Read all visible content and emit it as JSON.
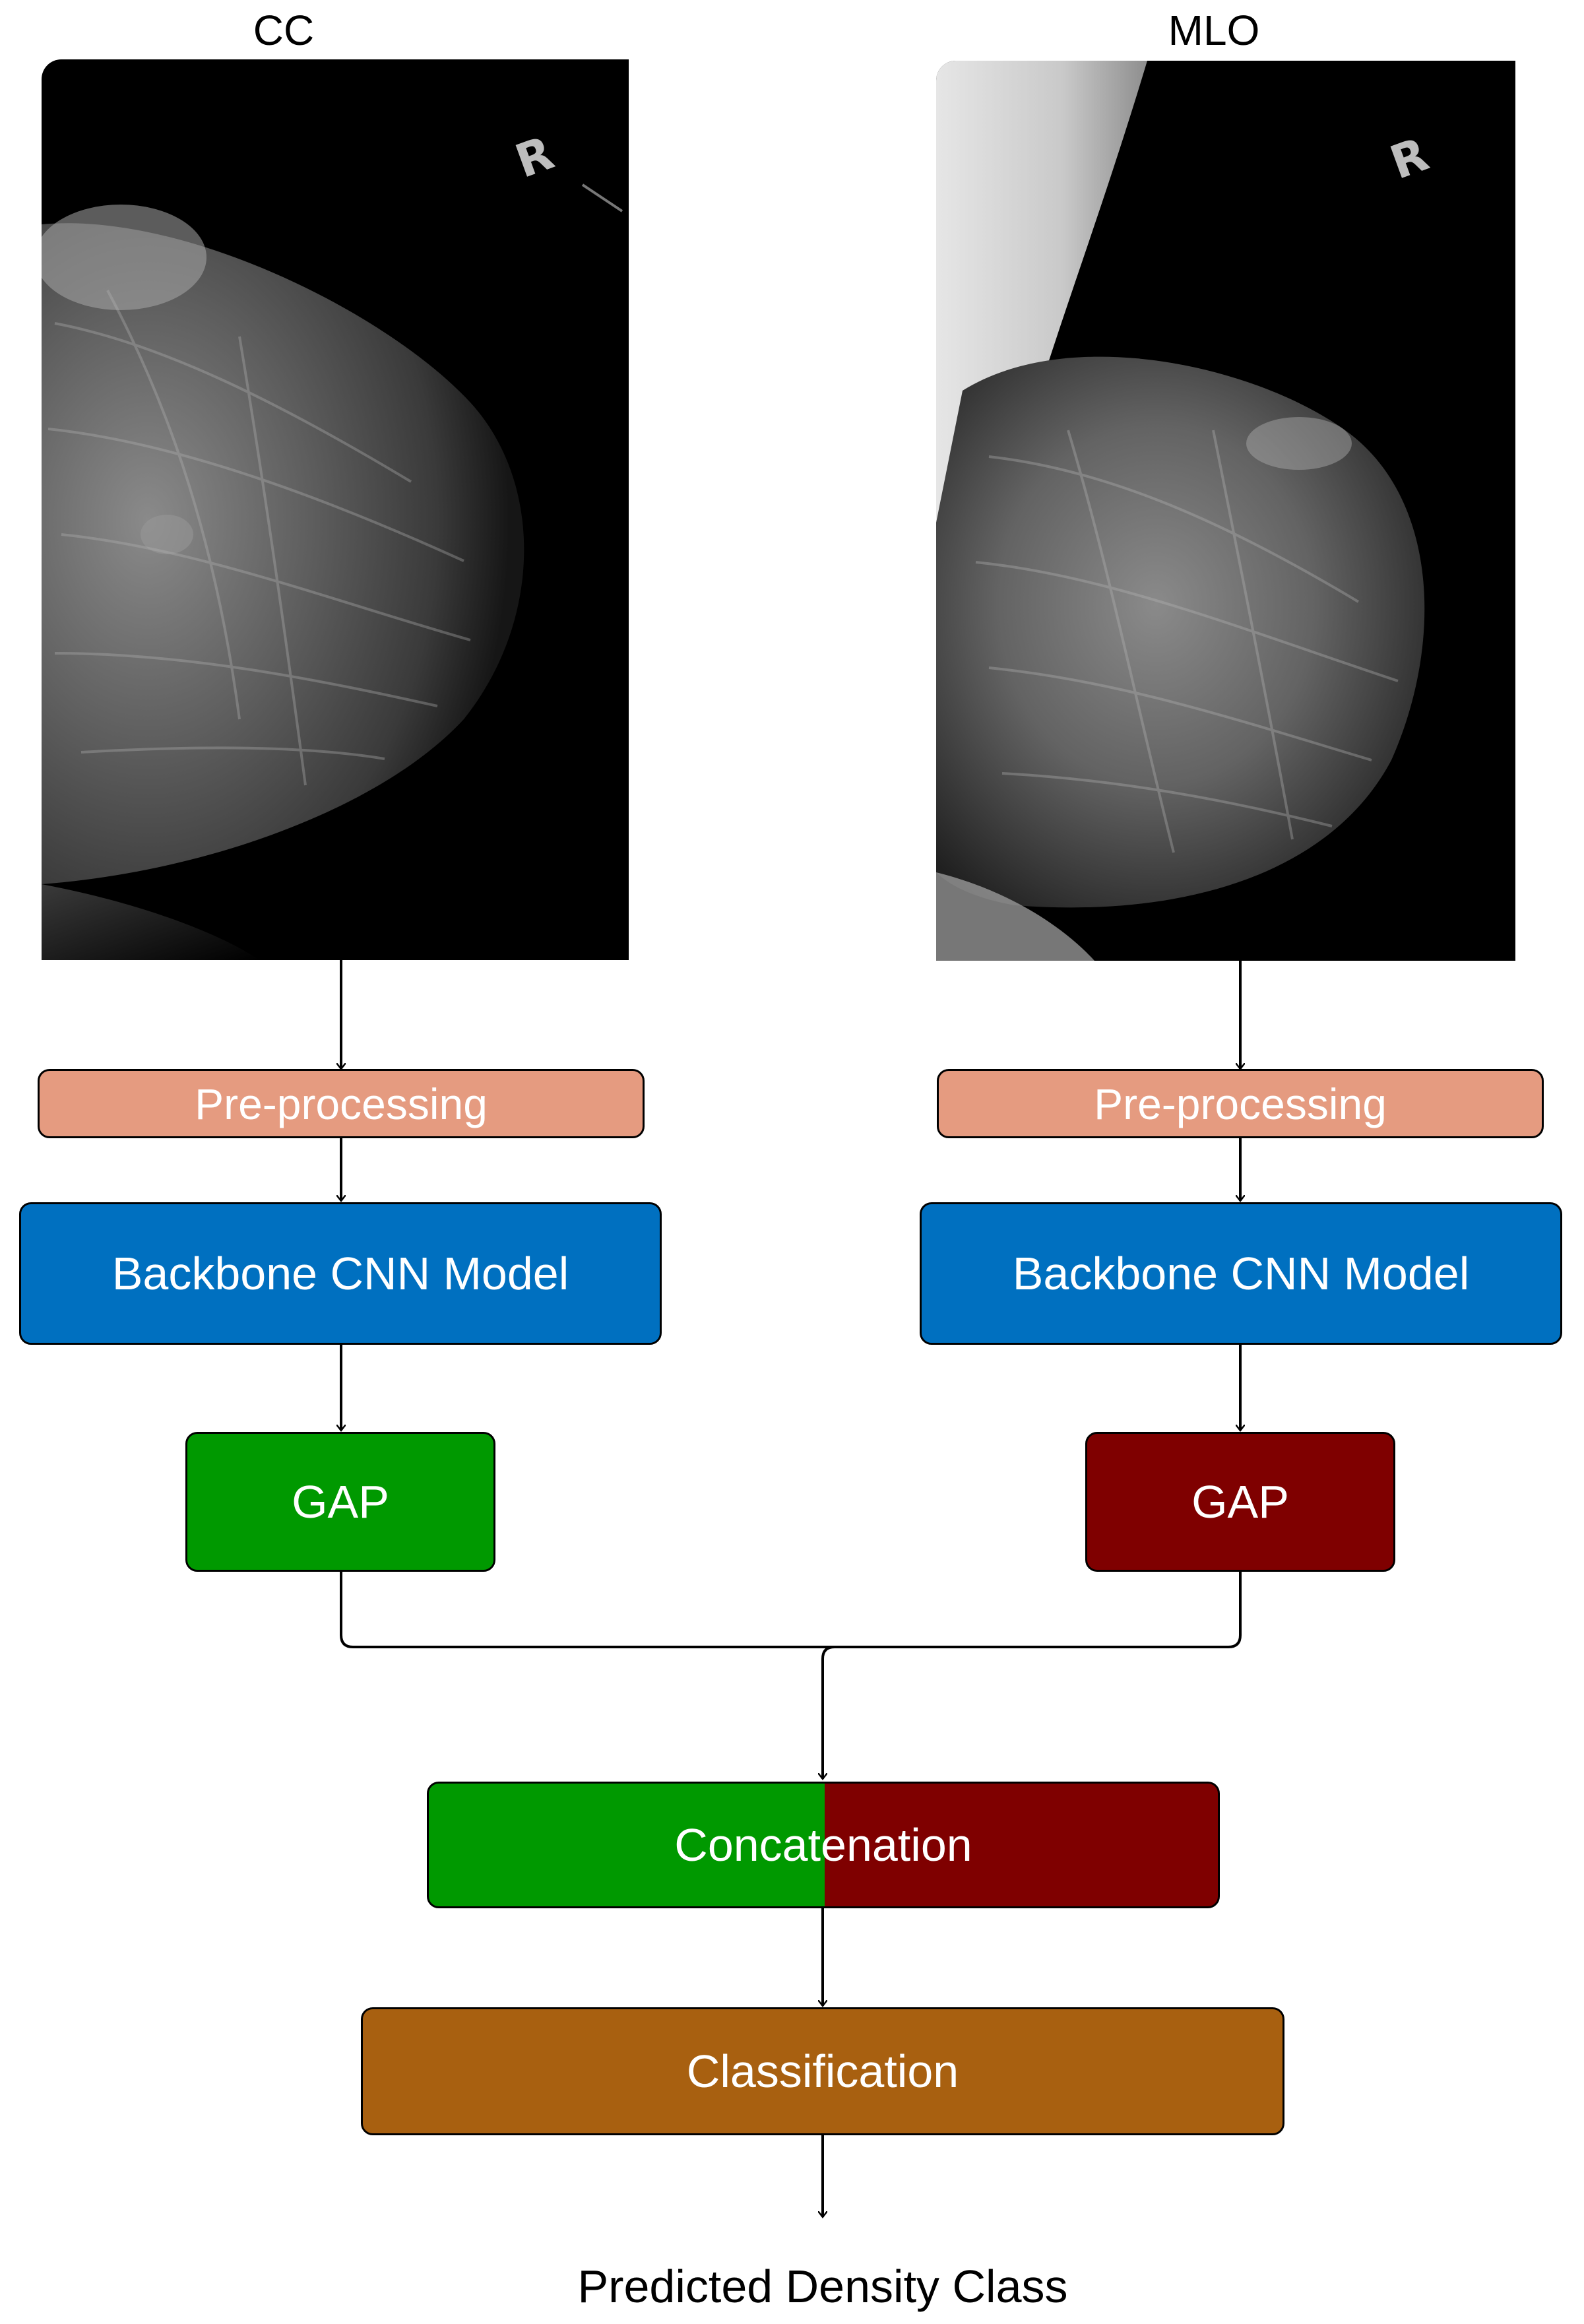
{
  "views": {
    "cc_label": "CC",
    "mlo_label": "MLO"
  },
  "pipeline": {
    "preprocessing_label": "Pre-processing",
    "backbone_label": "Backbone CNN Model",
    "gap_label": "GAP",
    "concat_label": "Concatenation",
    "classification_label": "Classification",
    "output_label": "Predicted Density Class"
  },
  "colors": {
    "preprocessing": "#E59B80",
    "backbone": "#0070C0",
    "gap_cc": "#009900",
    "gap_mlo": "#7F0000",
    "classification": "#A86010",
    "xray_background": "#000000"
  }
}
